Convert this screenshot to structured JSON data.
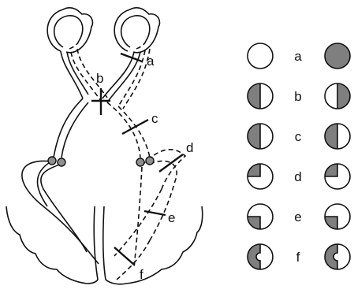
{
  "lesion_labels": [
    "a",
    "b",
    "c",
    "d",
    "e",
    "f"
  ],
  "legend": {
    "rows": [
      {
        "label": "a",
        "left": "none",
        "right": "full"
      },
      {
        "label": "b",
        "left": "left-half",
        "right": "right-half"
      },
      {
        "label": "c",
        "left": "left-half",
        "right": "left-half"
      },
      {
        "label": "d",
        "left": "upper-left-quadrant",
        "right": "upper-left-quadrant"
      },
      {
        "label": "e",
        "left": "lower-left-quadrant",
        "right": "lower-left-quadrant"
      },
      {
        "label": "f",
        "left": "left-half-macular-sparing",
        "right": "left-half-macular-sparing"
      }
    ]
  },
  "colors": {
    "shade": "#7f7f7f",
    "line": "#111111",
    "background": "#ffffff"
  }
}
